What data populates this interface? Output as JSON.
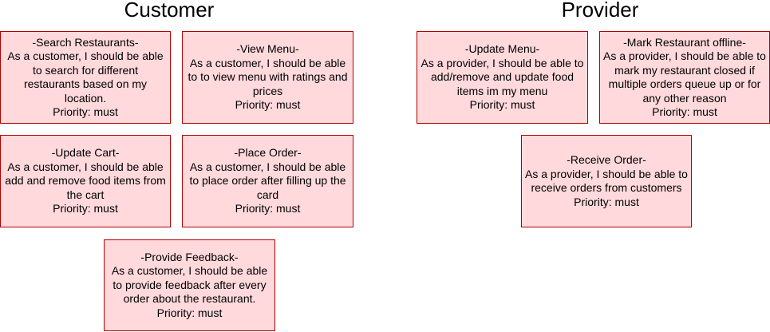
{
  "columns": [
    {
      "heading": "Customer"
    },
    {
      "heading": "Provider"
    }
  ],
  "cards": [
    {
      "title": "-Search Restaurants-",
      "description": "As a customer, I should be able to search for different restaurants based on my location.",
      "priority": "Priority: must"
    },
    {
      "title": "-View Menu-",
      "description": "As a customer, I should be able to to view menu with ratings and prices",
      "priority": "Priority: must"
    },
    {
      "title": "-Update Cart-",
      "description": "As a customer, I should be able add and remove food items from the cart",
      "priority": "Priority: must"
    },
    {
      "title": "-Place Order-",
      "description": "As a customer, I should be able to place order after filling up the card",
      "priority": "Priority: must"
    },
    {
      "title": "-Provide Feedback-",
      "description": "As a customer, I should be able to provide feedback after every order about the restaurant.",
      "priority": "Priority: must"
    },
    {
      "title": "-Update Menu-",
      "description": "As a provider, I should be able to add/remove and update food items im my menu",
      "priority": "Priority: must"
    },
    {
      "title": "-Mark Restaurant offline-",
      "description": "As a provider, I should be able to mark my restaurant closed if multiple orders queue up or for any other reason",
      "priority": "Priority: must"
    },
    {
      "title": "-Receive Order-",
      "description": "As a provider, I should be able to receive orders from customers",
      "priority": "Priority: must"
    }
  ],
  "colors": {
    "card_fill": "#ffd9dc",
    "card_border": "#b20000"
  }
}
